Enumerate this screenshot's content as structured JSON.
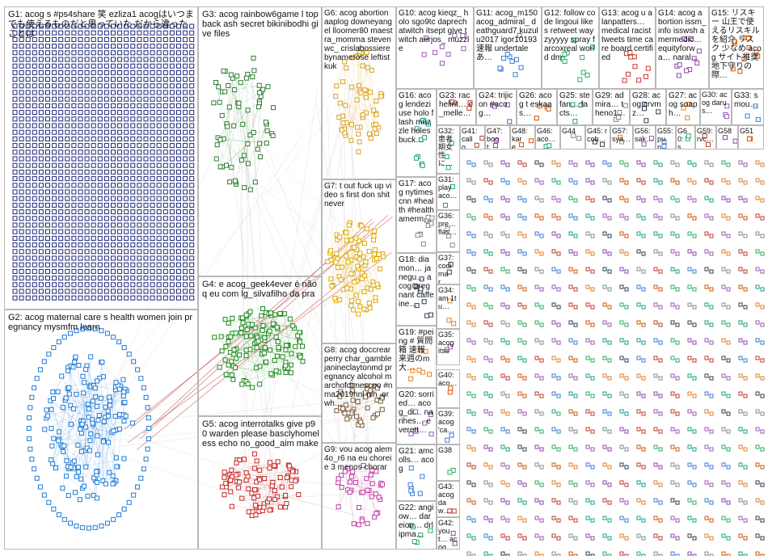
{
  "colors": {
    "G1": "#1e2a78",
    "G2": "#1e7ad6",
    "G3": "#2e7d32",
    "G4": "#1a8a1a",
    "G5": "#c62828",
    "G6": "#d8a020",
    "G7": "#e0a800",
    "G8": "#7a5c3a",
    "G9": "#c03aa8",
    "edge": "#9a9a9a",
    "edge_red": "#c04040",
    "grid": "#b8b8b8"
  },
  "groups": [
    {
      "id": "G1",
      "label": "G1: acog s #ps4share 笑 ezliza1 acogはいつまでも使えるものだと思っていた だから違ったことは"
    },
    {
      "id": "G2",
      "label": "G2: acog maternal care s health women join pregnancy mysmfm learn"
    },
    {
      "id": "G3",
      "label": "G3: acog rainbow6game l top back ash secret bikinibodhi give files"
    },
    {
      "id": "G4",
      "label": "G4: e acog_geek4ever é não q eu com lg_silvafilho da pra"
    },
    {
      "id": "G5",
      "label": "G5: acog interrotalks give p90 warden please basclyhomeless echo no_good_aim make"
    },
    {
      "id": "G6",
      "label": "G6: acog abortion aaplog downeyangel lloomer80 maestra_momma stevenwc_ crislabossiere bynamerose leftistkuk"
    },
    {
      "id": "G7",
      "label": "G7: t out fuck up video s first don shit never"
    },
    {
      "id": "G8",
      "label": "G8: acog doccrearperry char_gamble janineclaytonmd pregnancy alcohol marchofdimesceo #nma2019hnl nih_orwh…"
    },
    {
      "id": "G9",
      "label": "G9: vou acog alem4o_r6 na eu chorei e 3 menos chorar"
    },
    {
      "id": "G10",
      "label": "G10: acog kieqz_ holo sgo9tc daprechatwitch itsept give twitch aerjos_ muzzle"
    },
    {
      "id": "G11",
      "label": "G11: acog_m150 acog_admiral_ deathguard7 kuzulu2017 igor10193 速報 undertale あ…"
    },
    {
      "id": "G12",
      "label": "G12: follow code lingoui likes retweet wayzyyyyy spray farcoxreal world dm"
    },
    {
      "id": "G13",
      "label": "G13: acog u alanpatters… medical racist tweets time care board certified"
    },
    {
      "id": "G14",
      "label": "G14: acog abortion issm_info isswsh amermedic… equityforwa… naral…"
    },
    {
      "id": "G15",
      "label": "G15: リスキー 山王で使えるリスキルを紹介 リスク 少なめ acog サイト推奨 地下守りの際…"
    },
    {
      "id": "G16",
      "label": "G16: acog lendezi use holo flash muzzle holes buck…"
    },
    {
      "id": "G17",
      "label": "G17: acog nytimes cnn #health #health amerm…"
    },
    {
      "id": "G18",
      "label": "G18: diamon… janegu… acog pregnant caffeine…"
    },
    {
      "id": "G19",
      "label": "G19: #peing # 質問箱 速報 来週のm大…"
    },
    {
      "id": "G20",
      "label": "G20: sorried… acog_di… narihes… everett…"
    },
    {
      "id": "G21",
      "label": "G21: amcolls… acog"
    },
    {
      "id": "G22",
      "label": "G22: angiow… dareiou… drlipma…"
    },
    {
      "id": "G23",
      "label": "G23: rachelint… c_melle…"
    },
    {
      "id": "G24",
      "label": "G24: trijicon #acog…"
    },
    {
      "id": "G26",
      "label": "G26: acog t eskaas…"
    },
    {
      "id": "G25",
      "label": "G25: stefan… facts…"
    },
    {
      "id": "G29",
      "label": "G29: admira… theno1…"
    },
    {
      "id": "G28",
      "label": "G28: acog crvmz…"
    },
    {
      "id": "G27",
      "label": "G27: acog soaph…"
    },
    {
      "id": "G30",
      "label": "G30: acog darus…"
    },
    {
      "id": "G33",
      "label": "G33: s mou…"
    },
    {
      "id": "G32",
      "label": "G32: 患者 期女 性に…"
    },
    {
      "id": "G41",
      "label": "G41: callo…"
    },
    {
      "id": "G47",
      "label": "G47: boot…"
    },
    {
      "id": "G48",
      "label": "G48: kare…"
    },
    {
      "id": "G46",
      "label": "G46: aco…"
    },
    {
      "id": "G44",
      "label": "G44"
    },
    {
      "id": "G45",
      "label": "G45: rcob…"
    },
    {
      "id": "G57",
      "label": "G57: sya…"
    },
    {
      "id": "G56",
      "label": "G56: sak…"
    },
    {
      "id": "G55",
      "label": "G55: pun…"
    },
    {
      "id": "G60",
      "label": "G60: s…"
    },
    {
      "id": "G59",
      "label": "G59: rvc…"
    },
    {
      "id": "G58",
      "label": "G58"
    },
    {
      "id": "G51",
      "label": "G51"
    },
    {
      "id": "G31",
      "label": "G31: play aco…"
    },
    {
      "id": "G36",
      "label": "G36: pre… flas…"
    },
    {
      "id": "G37",
      "label": "G37: codi mar…"
    },
    {
      "id": "G34",
      "label": "G34: am 1tu…"
    },
    {
      "id": "G35",
      "label": "G35: acog itss"
    },
    {
      "id": "G39",
      "label": "G39: acog 'ca…"
    },
    {
      "id": "G38",
      "label": "G38"
    },
    {
      "id": "G43",
      "label": "G43: acog daw…"
    },
    {
      "id": "G42",
      "label": "G42: yout… acog"
    },
    {
      "id": "G40",
      "label": "G40: aco…"
    }
  ]
}
